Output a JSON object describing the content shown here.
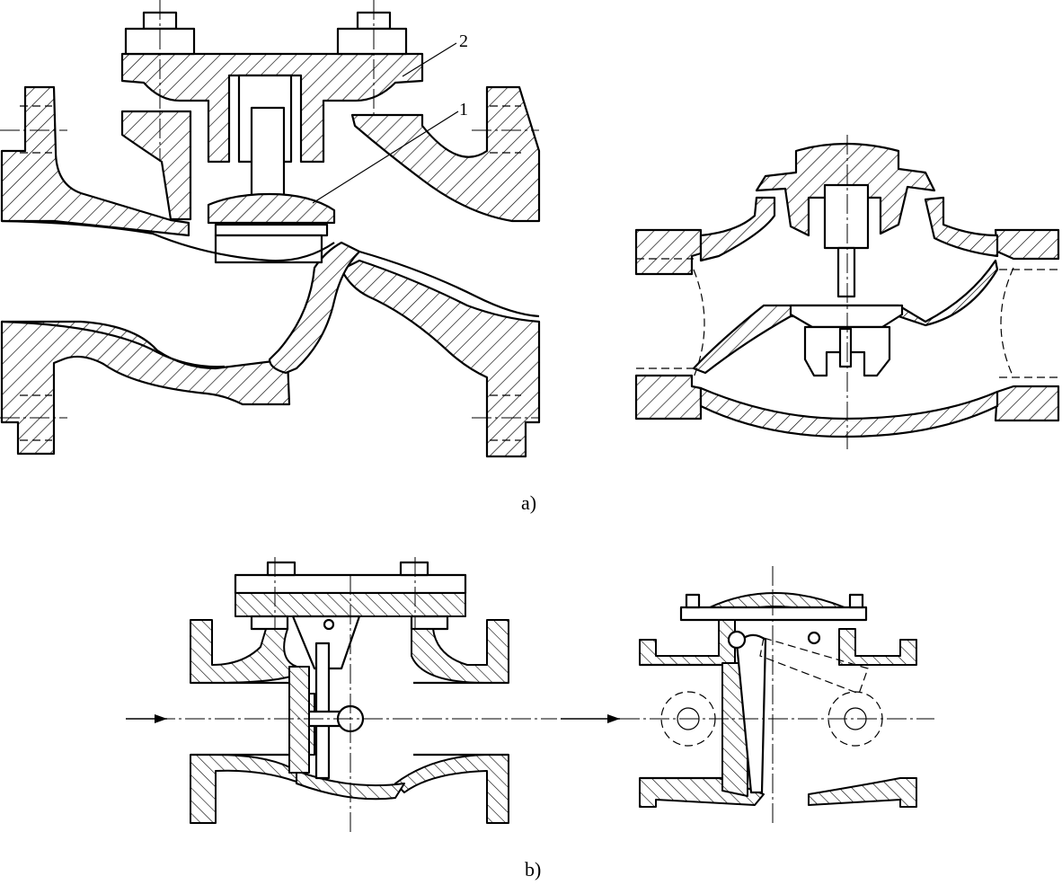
{
  "figure": {
    "captions": {
      "a": "a)",
      "b": "b)"
    },
    "part_labels": [
      "2",
      "1"
    ]
  }
}
